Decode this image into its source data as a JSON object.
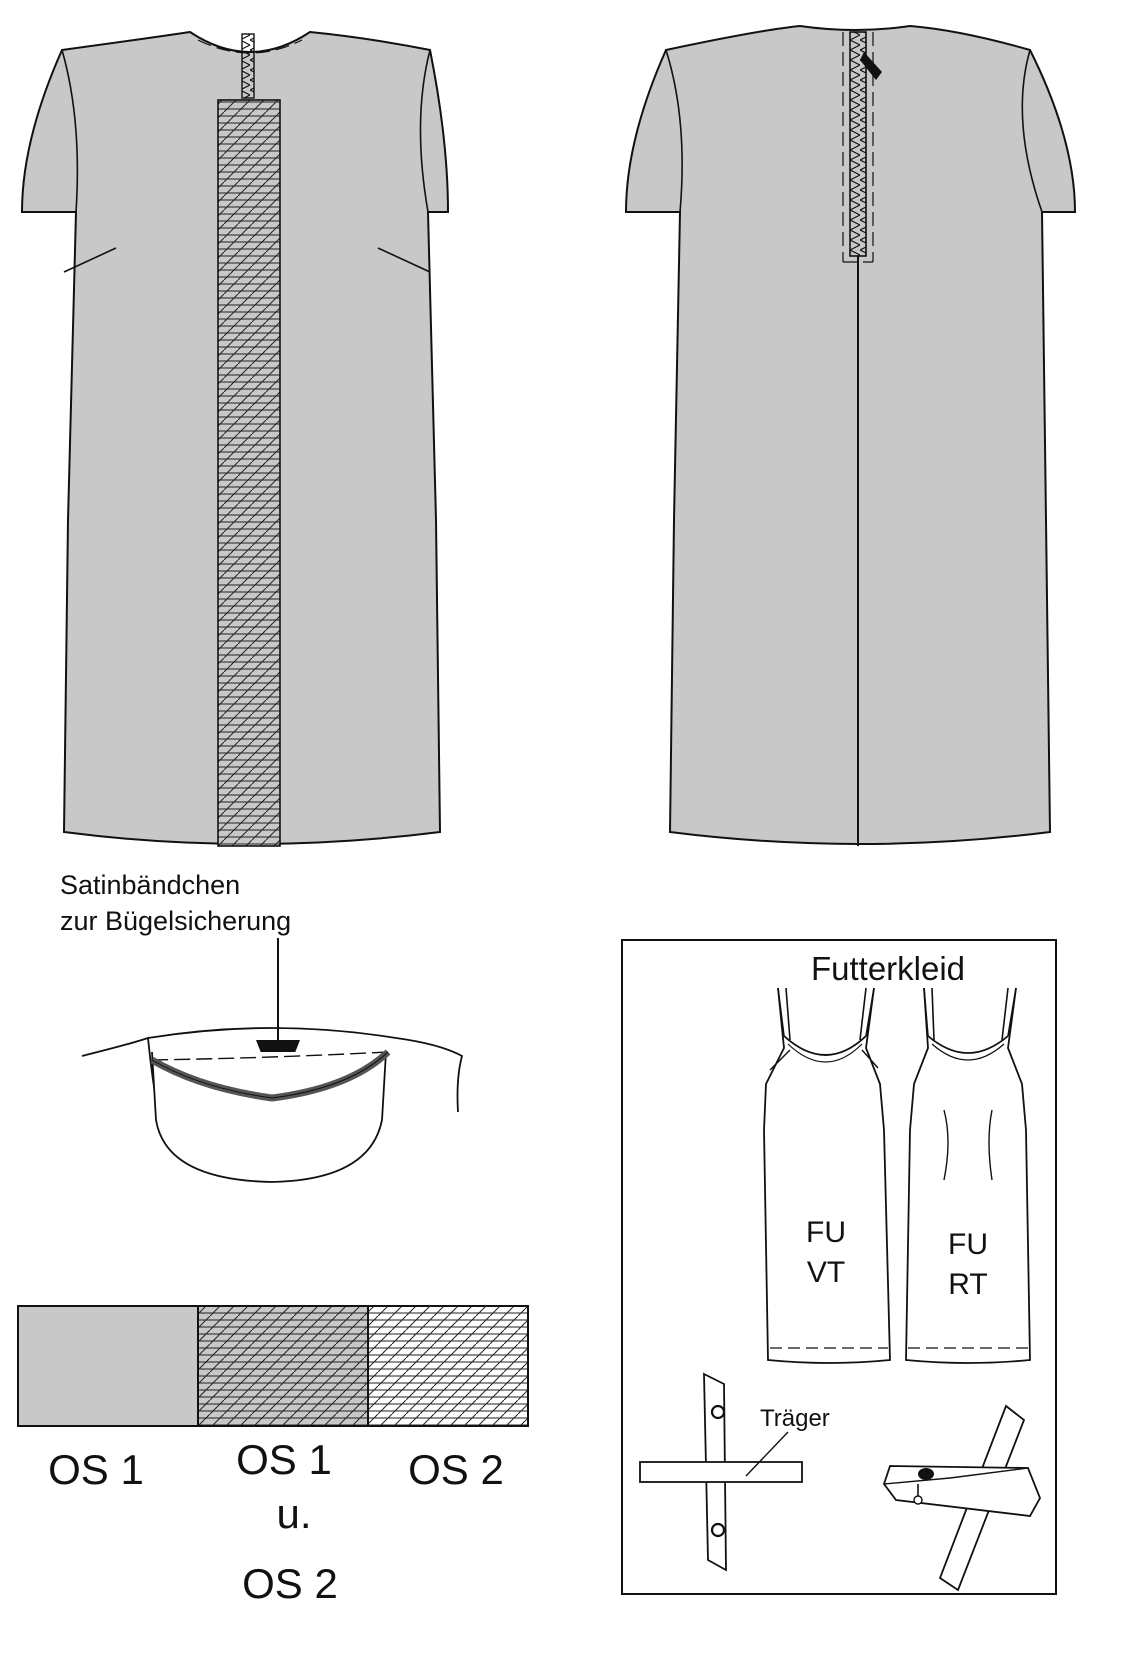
{
  "colors": {
    "fabric": "#c8c8c8",
    "line": "#111111",
    "background": "#ffffff"
  },
  "detail": {
    "label_line1": "Satinbändchen",
    "label_line2": "zur Bügelsicherung"
  },
  "legend": {
    "items": [
      {
        "pattern": "solid-grey",
        "label_lines": [
          "OS 1"
        ]
      },
      {
        "pattern": "hatched-grey",
        "label_lines": [
          "OS 1",
          "u.",
          "OS 2"
        ]
      },
      {
        "pattern": "hatched-white",
        "label_lines": [
          "OS 2"
        ]
      }
    ]
  },
  "lining": {
    "title": "Futterkleid",
    "front_label": [
      "FU",
      "VT"
    ],
    "back_label": [
      "FU",
      "RT"
    ],
    "strap_label": "Träger"
  }
}
